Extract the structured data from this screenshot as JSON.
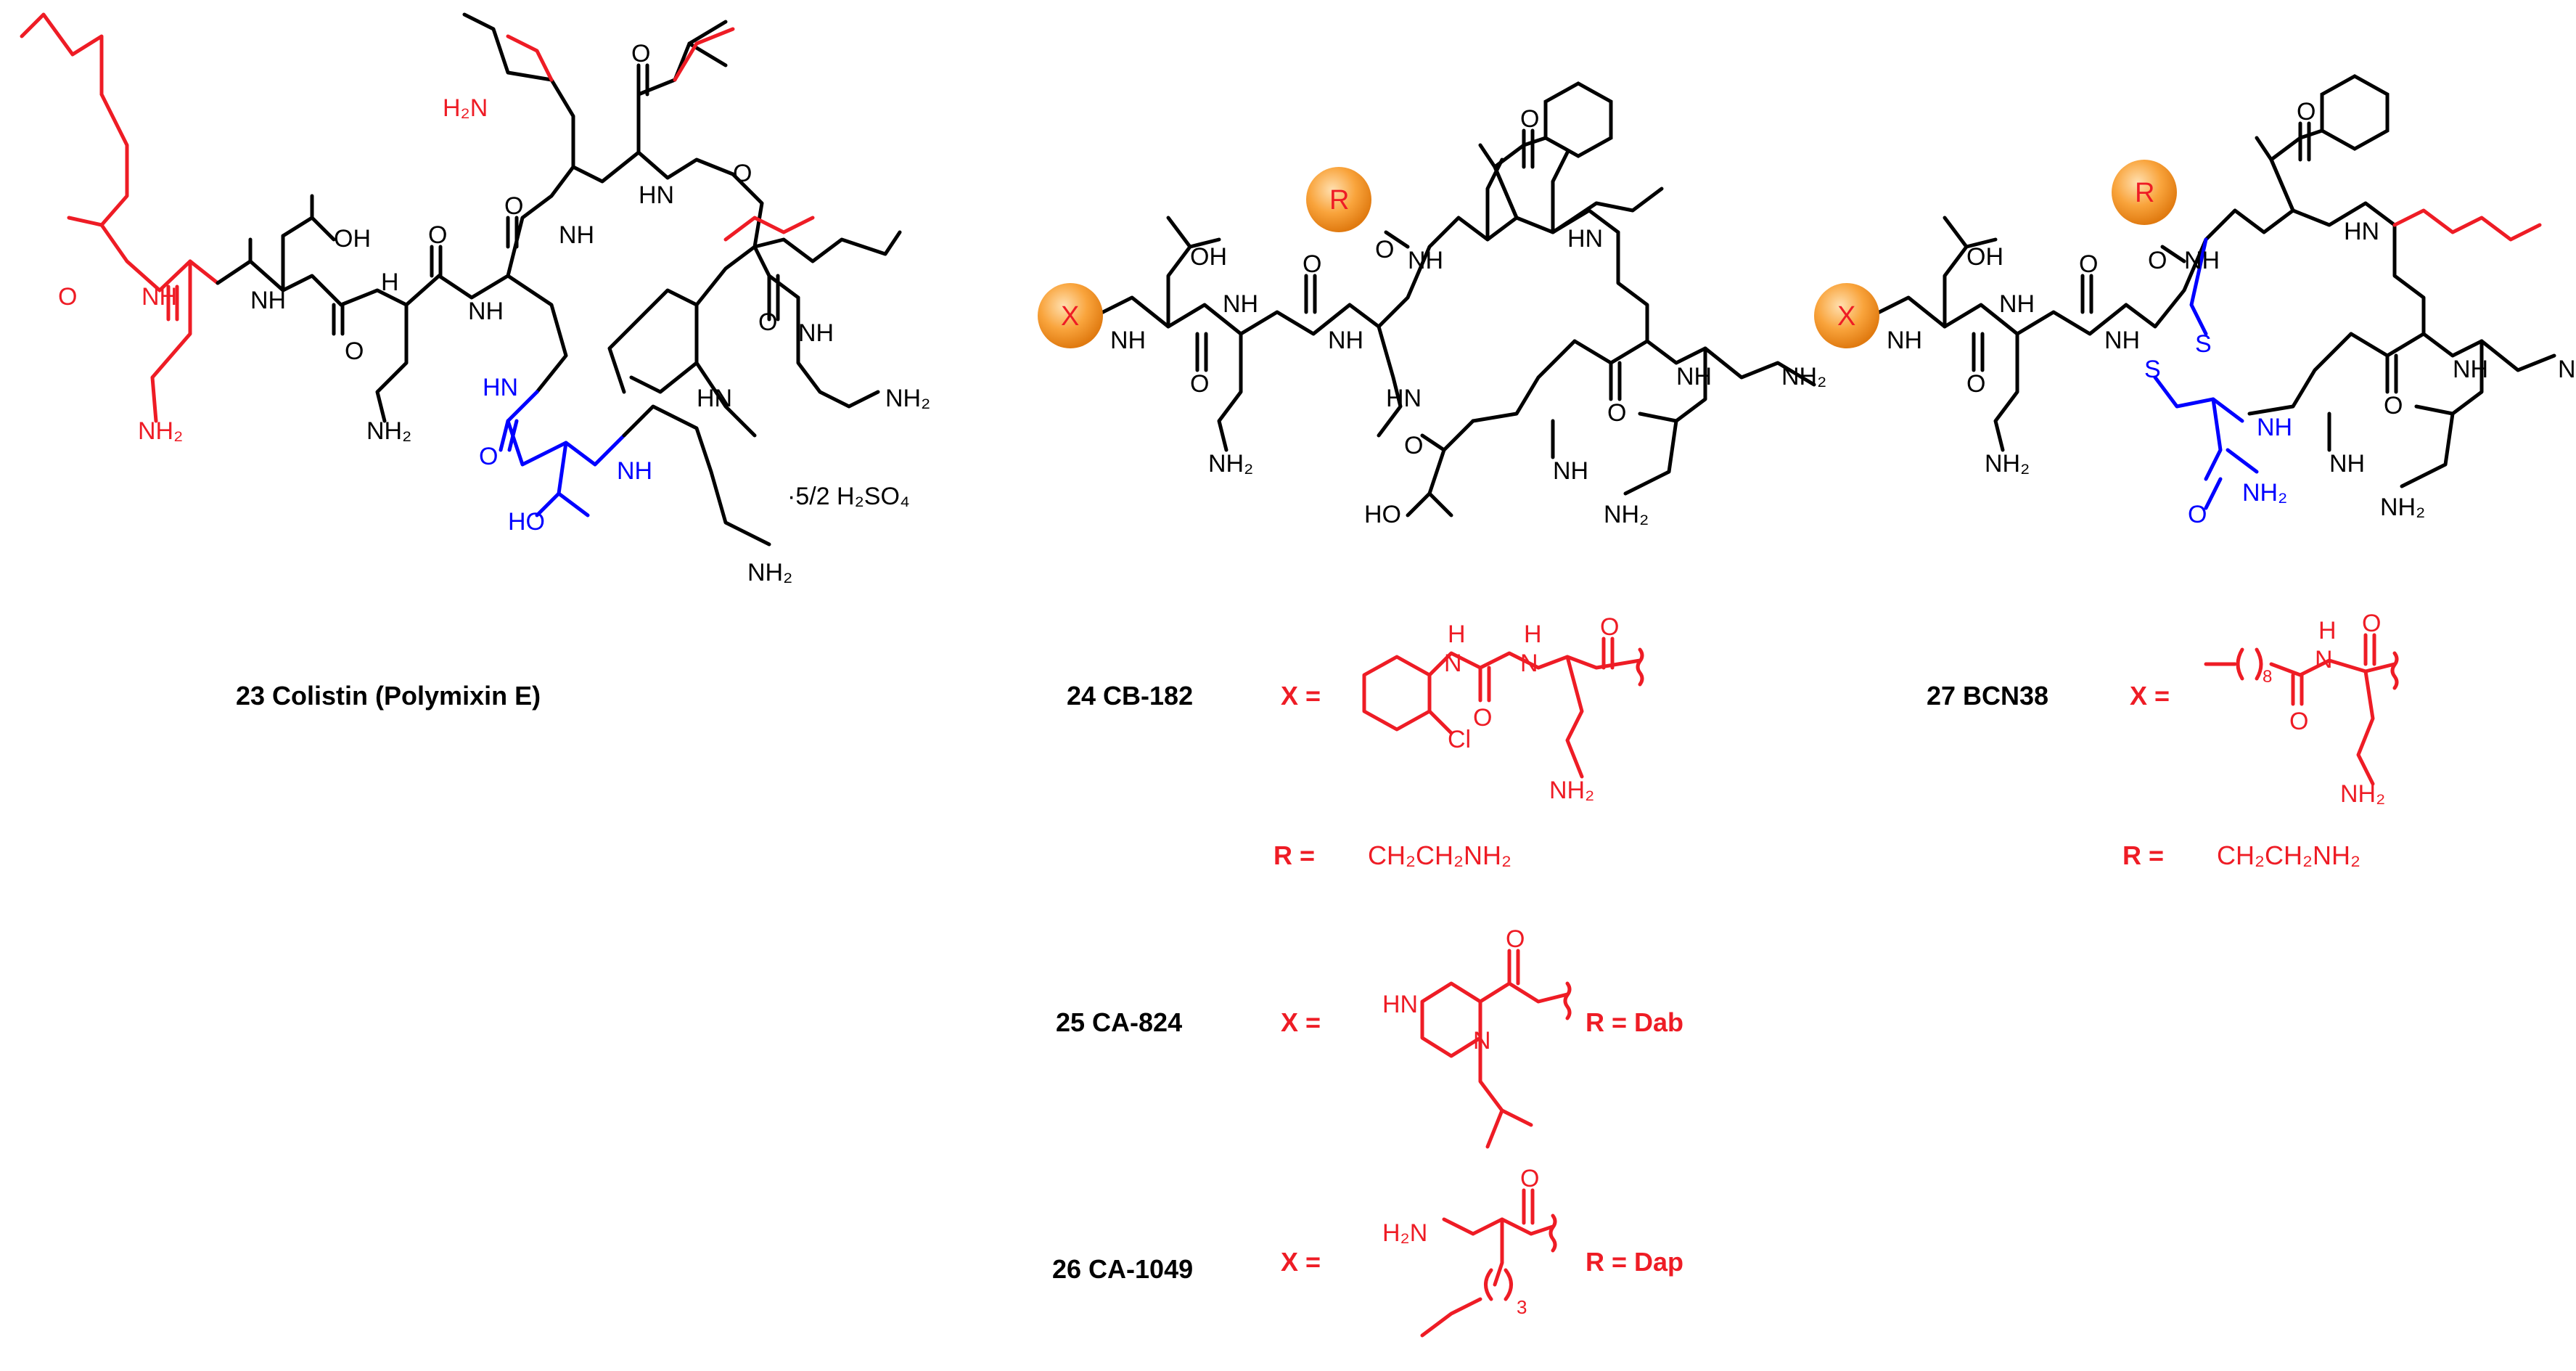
{
  "compounds": [
    {
      "label": "23  Colistin (Polymixin E)",
      "salt": "·5/2 H₂SO₄"
    },
    {
      "label": "24 CB-182",
      "x_def": "X =",
      "r_def": "R =",
      "r_value": "CH₂CH₂NH₂"
    },
    {
      "label": "25 CA-824",
      "x_def": "X =",
      "r_def": "R = Dab"
    },
    {
      "label": "26 CA-1049",
      "x_def": "X =",
      "r_def": "R = Dap"
    },
    {
      "label": "27 BCN38",
      "x_def": "X =",
      "r_def": "R =",
      "r_value": "CH₂CH₂NH₂"
    }
  ],
  "atoms": {
    "oh": "OH",
    "ho": "HO",
    "nh": "NH",
    "hn": "HN",
    "n": "N",
    "h": "H",
    "o": "O",
    "s": "S",
    "nh2": "NH₂",
    "h2n": "H₂N",
    "cl": "Cl",
    "x": "X",
    "r": "R",
    "sub3": "3",
    "sub8": "8"
  },
  "colors": {
    "highlight": "#ee1c25",
    "blue": "#0000ff",
    "black": "#000000",
    "marker": "#f7931e"
  }
}
